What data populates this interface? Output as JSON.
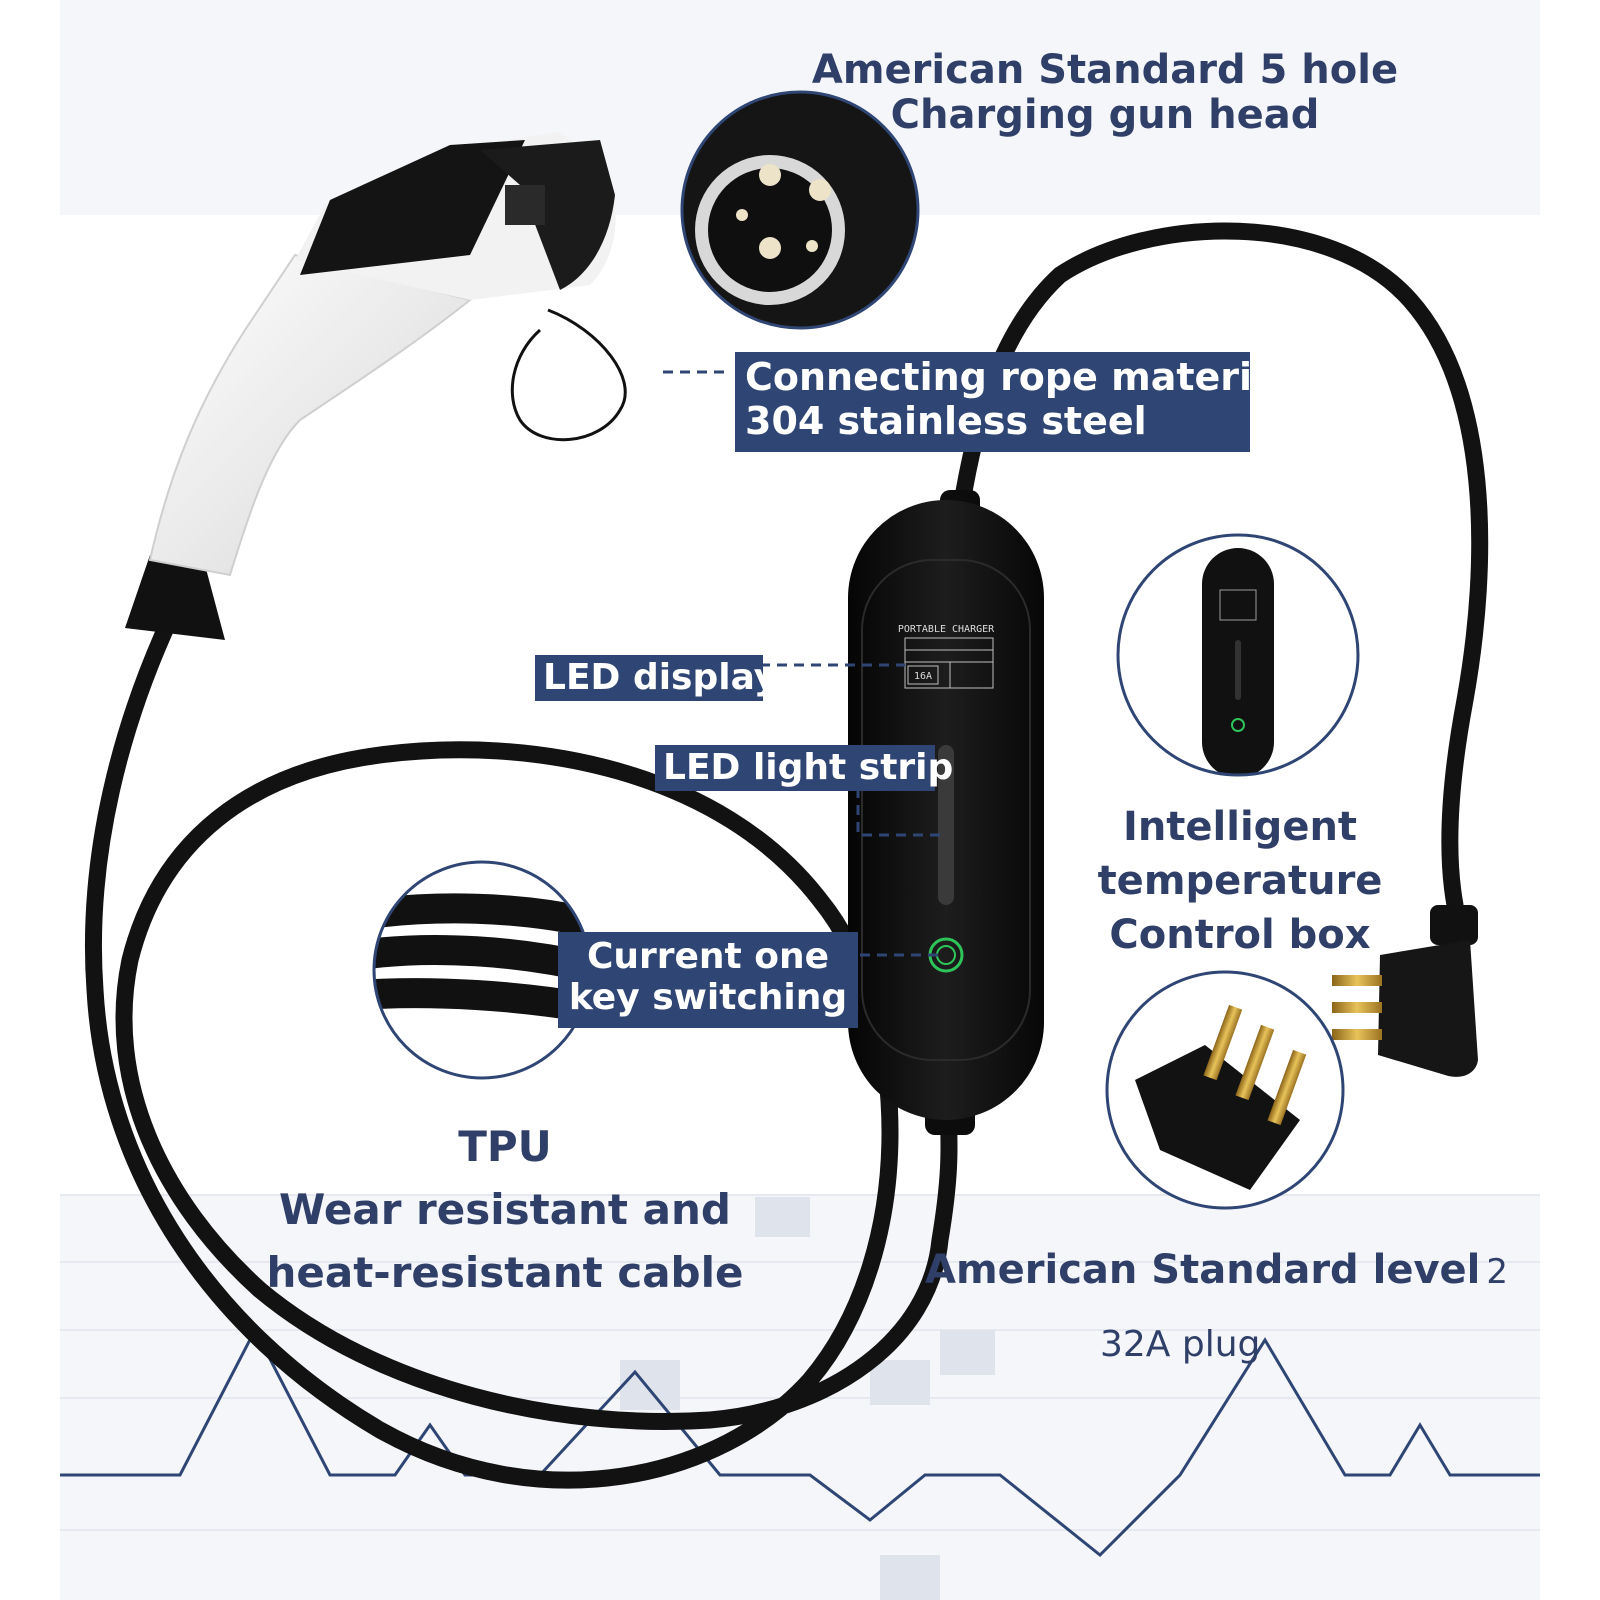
{
  "labels": {
    "gun_head": [
      "American Standard 5 hole",
      "Charging gun head"
    ],
    "rope": [
      "Connecting rope material",
      "304 stainless steel"
    ],
    "led_display": "LED display",
    "led_strip": "LED light strip",
    "switching": [
      "Current one",
      "key switching"
    ],
    "control_box": [
      "Intelligent",
      "temperature",
      "Control box"
    ],
    "cable": [
      "TPU",
      "Wear resistant and",
      "heat-resistant cable"
    ],
    "plug_line1": "American Standard level",
    "plug_level": "2",
    "plug_line2": "32A plug"
  },
  "device_screen": {
    "title": "PORTABLE CHARGER",
    "current": "16A"
  },
  "colors": {
    "navy": "#2f4674",
    "label_text": "#2f3f68",
    "cable": "#121212",
    "gun_white": "#eeeeee",
    "led_green": "#2fc45a",
    "pin_gold": "#c99a2e"
  }
}
